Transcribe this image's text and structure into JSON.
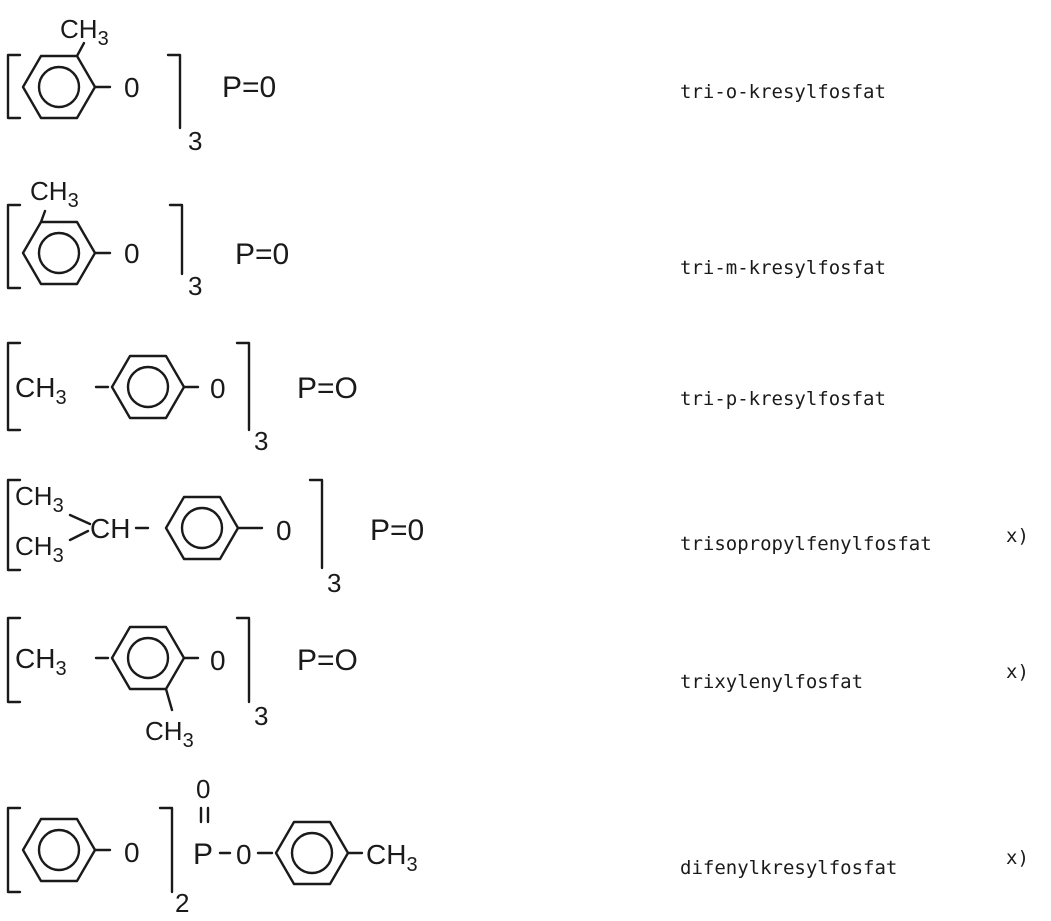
{
  "compounds": [
    {
      "name": "tri-o-kresylfosfat",
      "mark": "",
      "labels": {
        "methyl": "CH3",
        "o": "0",
        "sub": "3",
        "po": "P=0"
      }
    },
    {
      "name": "tri-m-kresylfosfat",
      "mark": "",
      "labels": {
        "methyl": "CH3",
        "o": "0",
        "sub": "3",
        "po": "P=0"
      }
    },
    {
      "name": "tri-p-kresylfosfat",
      "mark": "",
      "labels": {
        "methyl": "CH3",
        "o": "0",
        "sub": "3",
        "po": "P=O"
      }
    },
    {
      "name": "trisopropylfenylfosfat",
      "mark": "x)",
      "labels": {
        "methyl1": "CH3",
        "methyl2": "CH3",
        "ch": "CH",
        "o": "0",
        "sub": "3",
        "po": "P=0"
      }
    },
    {
      "name": "trixylenylfosfat",
      "mark": "x)",
      "labels": {
        "methyl1": "CH3",
        "methyl2": "CH3",
        "o": "0",
        "sub": "3",
        "po": "P=O"
      }
    },
    {
      "name": "difenylkresylfosfat",
      "mark": "x)",
      "labels": {
        "o1": "0",
        "sub": "2",
        "top_o": "0",
        "p": "P",
        "o2": "0",
        "methyl": "CH3"
      }
    }
  ]
}
